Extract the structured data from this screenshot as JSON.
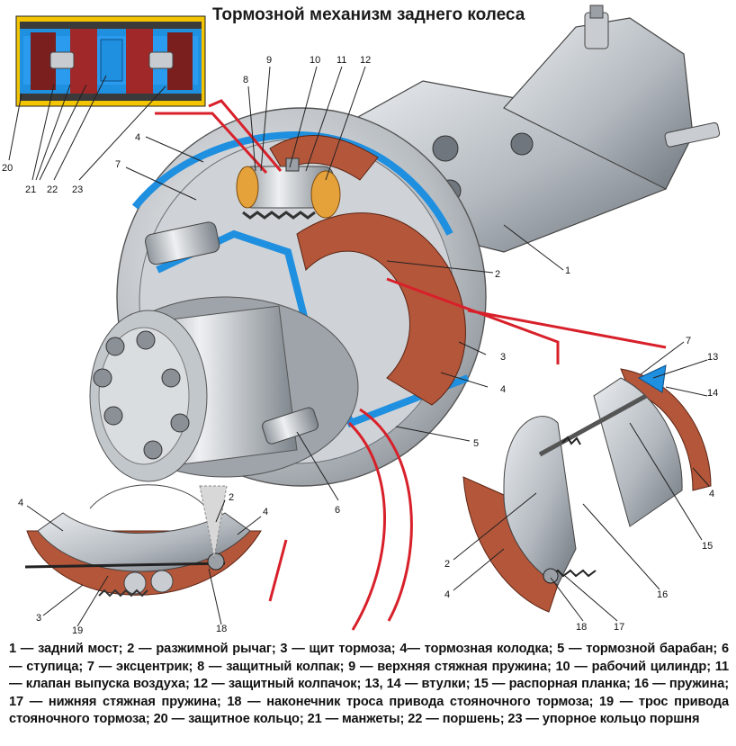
{
  "title": "Тормозной механизм заднего колеса",
  "callouts": {
    "c1": "1",
    "c2a": "2",
    "c2b": "2",
    "c2c": "2",
    "c3a": "3",
    "c3b": "3",
    "c4a": "4",
    "c4b": "4",
    "c4c": "4",
    "c4d": "4",
    "c4e": "4",
    "c4f": "4",
    "c5": "5",
    "c6": "6",
    "c7a": "7",
    "c7b": "7",
    "c8": "8",
    "c9": "9",
    "c10": "10",
    "c11": "11",
    "c12": "12",
    "c13": "13",
    "c14": "14",
    "c15": "15",
    "c16": "16",
    "c17": "17",
    "c18a": "18",
    "c18b": "18",
    "c19": "19",
    "c20": "20",
    "c21": "21",
    "c22": "22",
    "c23": "23"
  },
  "legend": "1 — задний мост; 2 — разжимной рычаг; 3 — щит тормоза; 4— тормозная колодка; 5 — тормозной барабан; 6 — ступица; 7 — эксцентрик; 8 — защитный колпак; 9 — верхняя стяжная пружина; 10 — рабочий цилиндр; 11 — клапан выпуска воздуха; 12 — защитный колпачок; 13, 14 — втулки; 15 — распорная планка; 16 — пружина; 17 — нижняя стяжная пружина; 18 — наконечник троса привода стояночного тормоза; 19 — трос привода стояночного тормоза; 20 — защитное кольцо; 21 — манжеты; 22 — поршень; 23 — упорное кольцо поршня",
  "colors": {
    "metal": "#b9bec3",
    "metal_dark": "#7d848b",
    "lining": "#b4563a",
    "accent_blue": "#1f8fe0",
    "cutaway_red": "#d8202a",
    "cylinder_yellow": "#f2c200"
  }
}
